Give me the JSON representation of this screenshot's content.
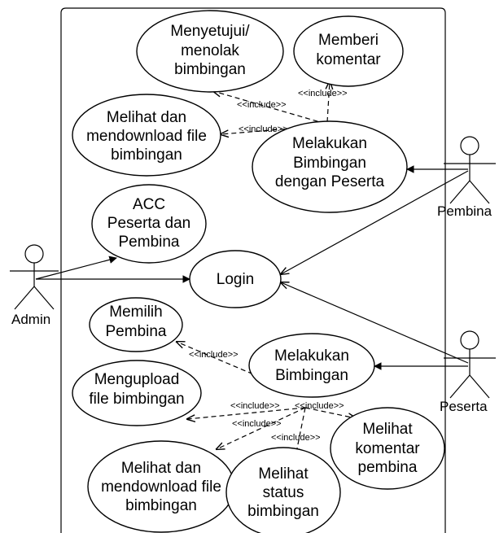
{
  "actors": {
    "admin": "Admin",
    "pembina": "Pembina",
    "peserta": "Peserta"
  },
  "use_cases": {
    "menyetujui": [
      "Menyetujui/",
      "menolak",
      "bimbingan"
    ],
    "memberi_komentar": [
      "Memberi",
      "komentar"
    ],
    "melihat_download_pembina": [
      "Melihat dan",
      "mendownload file",
      "bimbingan"
    ],
    "bimbingan_peserta": [
      "Melakukan",
      "Bimbingan",
      "dengan Peserta"
    ],
    "acc": [
      "ACC",
      "Peserta dan",
      "Pembina"
    ],
    "login": [
      "Login"
    ],
    "memilih_pembina": [
      "Memilih",
      "Pembina"
    ],
    "melakukan_bimbingan": [
      "Melakukan",
      "Bimbingan"
    ],
    "mengupload": [
      "Mengupload",
      "file bimbingan"
    ],
    "melihat_komentar": [
      "Melihat",
      "komentar",
      "pembina"
    ],
    "melihat_download_peserta": [
      "Melihat dan",
      "mendownload file",
      "bimbingan"
    ],
    "melihat_status": [
      "Melihat",
      "status",
      "bimbingan"
    ]
  },
  "stereotype": "<<include>>"
}
